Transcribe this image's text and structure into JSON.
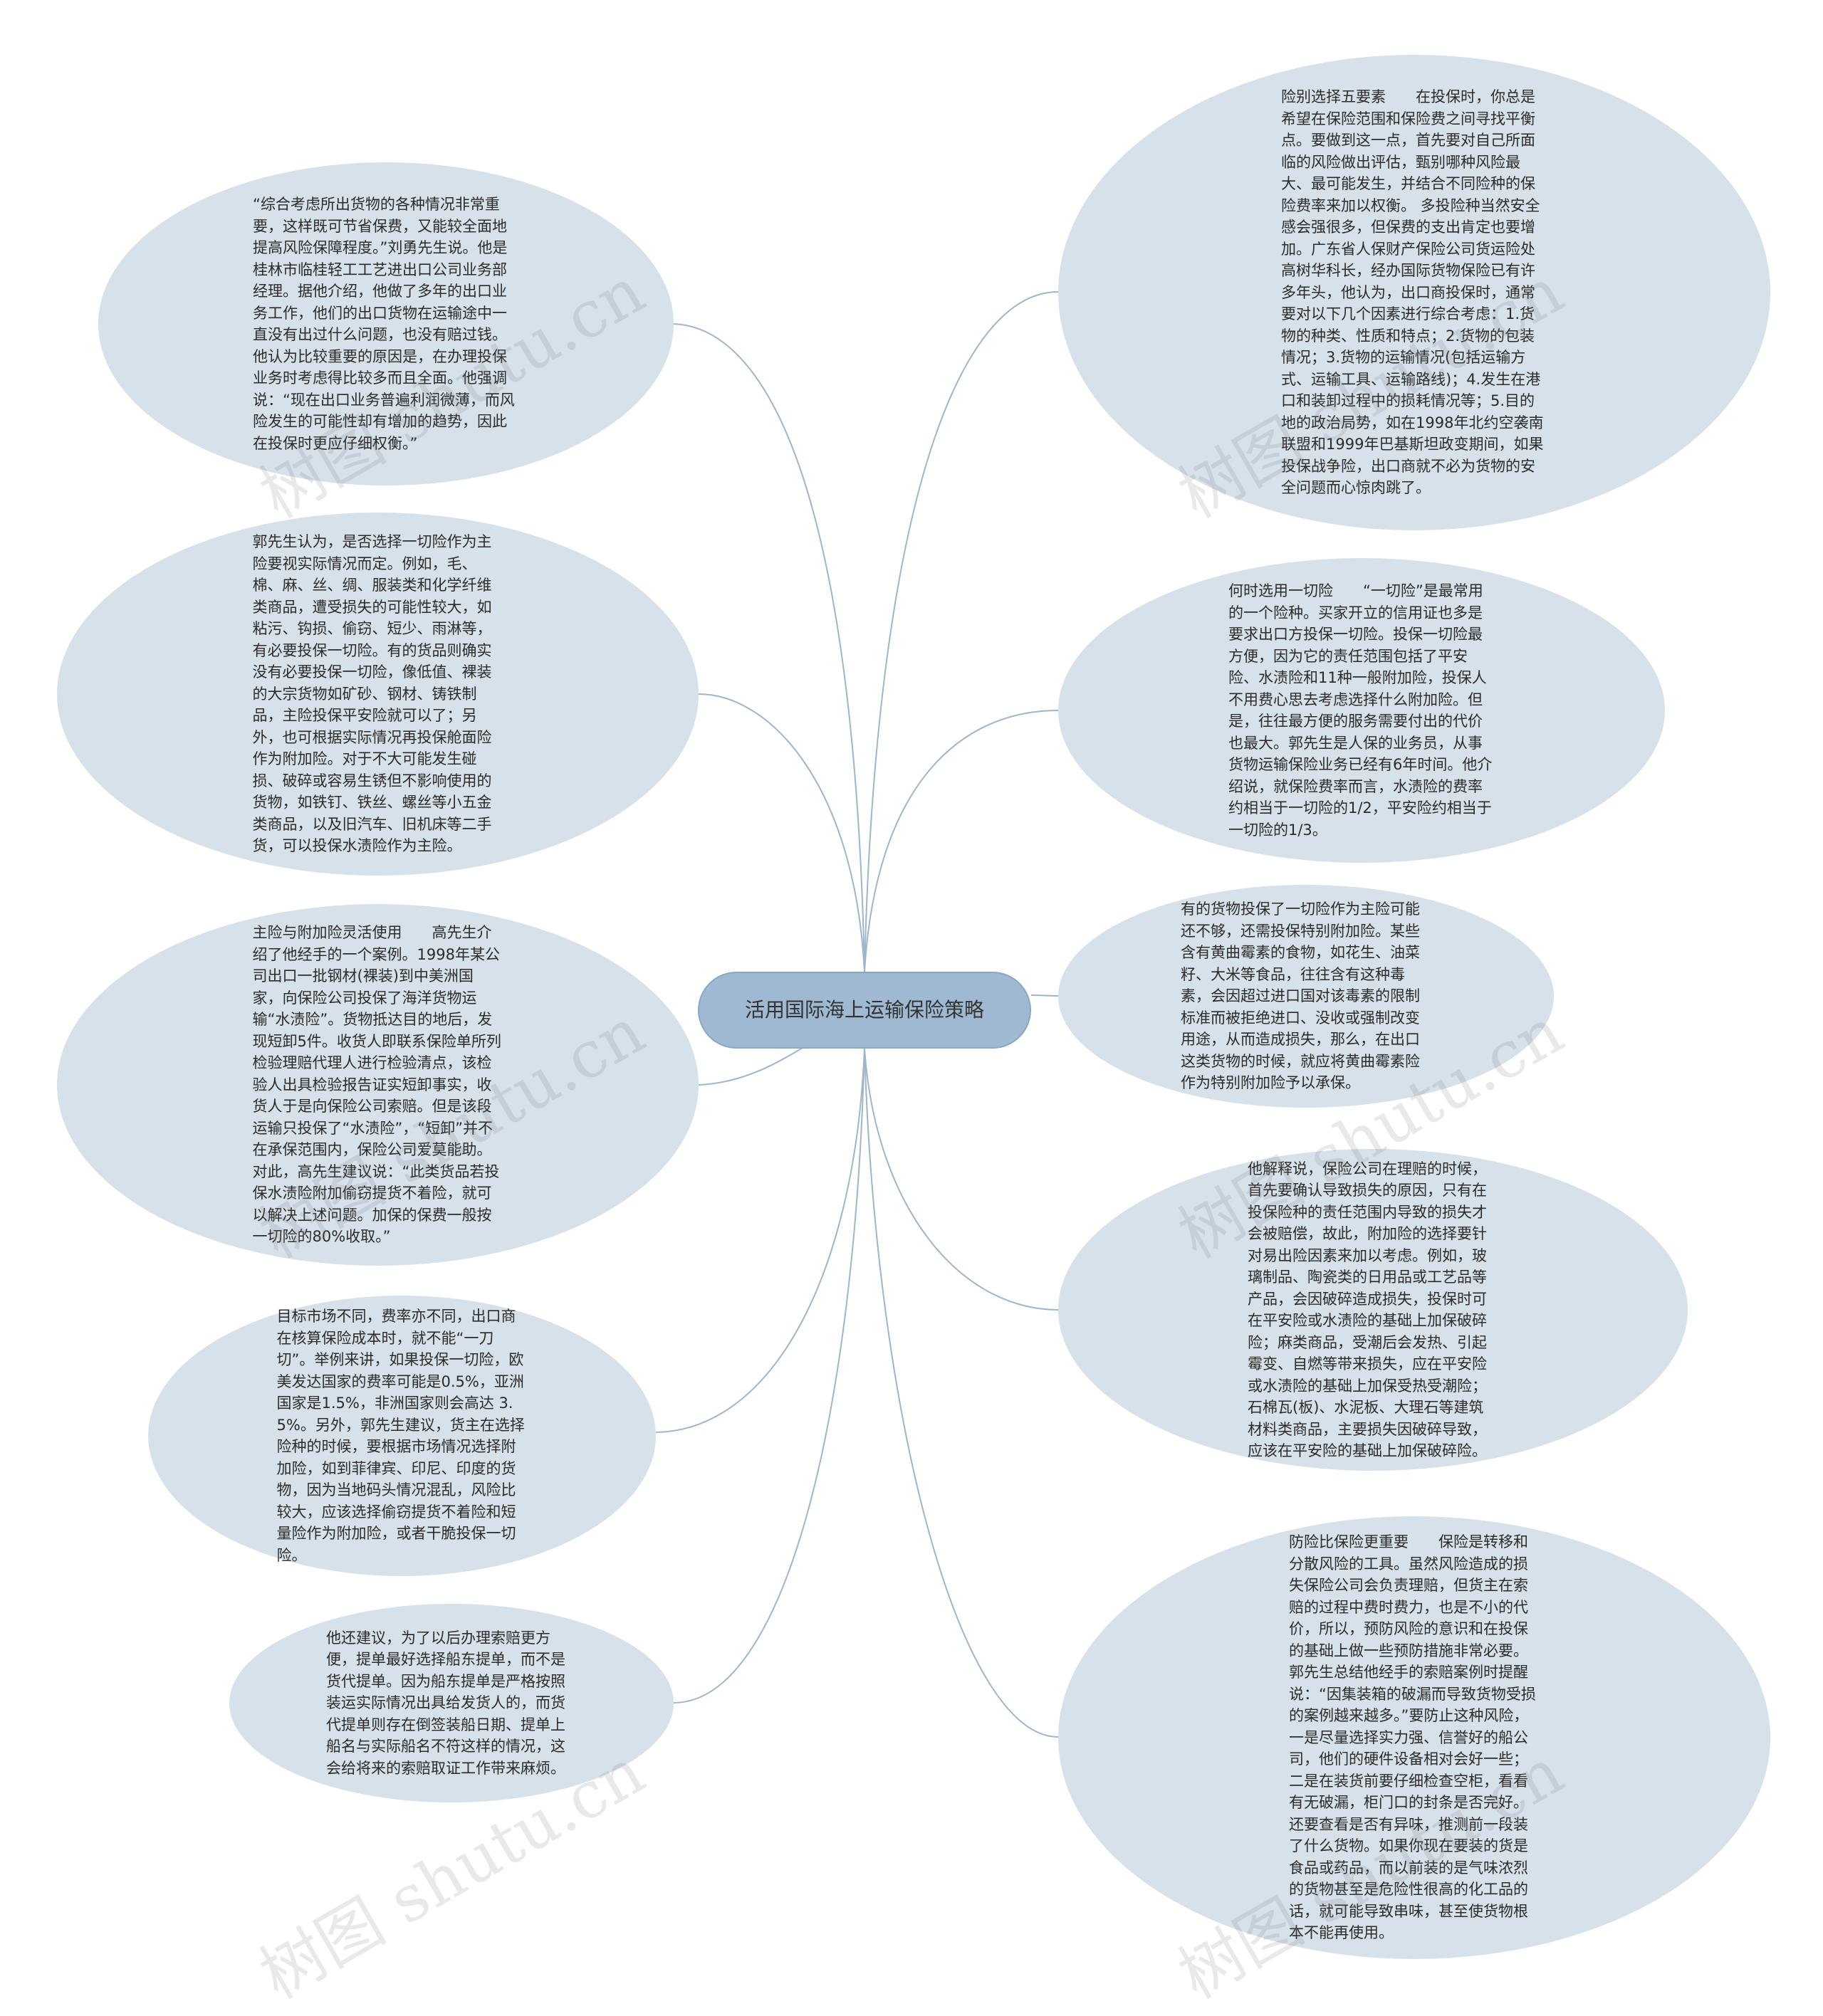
{
  "center": {
    "title": "活用国际海上运输保险策略"
  },
  "nodes": [
    "“综合考虑所出货物的各种情况非常重要，这样既可节省保费，又能较全面地提高风险保障程度。”刘勇先生说。他是桂林市临桂轻工工艺进出口公司业务部经理。据他介绍，他做了多年的出口业务工作，他们的出口货物在运输途中一直没有出过什么问题，也没有赔过钱。他认为比较重要的原因是，在办理投保业务时考虑得比较多而且全面。他强调说：“现在出口业务普遍利润微薄，而风险发生的可能性却有增加的趋势，因此在投保时更应仔细权衡。”",
    "郭先生认为，是否选择一切险作为主险要视实际情况而定。例如，毛、棉、麻、丝、绸、服装类和化学纤维类商品，遭受损失的可能性较大，如粘污、钩损、偷窃、短少、雨淋等，有必要投保一切险。有的货品则确实没有必要投保一切险，像低值、裸装的大宗货物如矿砂、钢材、铸铁制品，主险投保平安险就可以了；另外，也可根据实际情况再投保舱面险作为附加险。对于不大可能发生碰损、破碎或容易生锈但不影响使用的货物，如铁钉、铁丝、螺丝等小五金类商品，以及旧汽车、旧机床等二手货，可以投保水渍险作为主险。",
    "主险与附加险灵活使用　　高先生介绍了他经手的一个案例。1998年某公司出口一批钢材(裸装)到中美洲国家，向保险公司投保了海洋货物运输“水渍险”。货物抵达目的地后，发现短卸5件。收货人即联系保险单所列检验理赔代理人进行检验清点，该检验人出具检验报告证实短卸事实，收货人于是向保险公司索赔。但是该段运输只投保了“水渍险”，“短卸”并不在承保范围内，保险公司爱莫能助。对此，高先生建议说：“此类货品若投保水渍险附加偷窃提货不着险，就可以解决上述问题。加保的保费一般按一切险的80%收取。”",
    "目标市场不同，费率亦不同，出口商在核算保险成本时，就不能“一刀切”。举例来讲，如果投保一切险，欧美发达国家的费率可能是0.5%，亚洲国家是1.5%，非洲国家则会高达 3.5%。另外，郭先生建议，货主在选择险种的时候，要根据市场情况选择附加险，如到菲律宾、印尼、印度的货物，因为当地码头情况混乱，风险比较大，应该选择偷窃提货不着险和短量险作为附加险，或者干脆投保一切险。",
    "他还建议，为了以后办理索赔更方便，提单最好选择船东提单，而不是货代提单。因为船东提单是严格按照装运实际情况出具给发货人的，而货代提单则存在倒签装船日期、提单上船名与实际船名不符这样的情况，这会给将来的索赔取证工作带来麻烦。",
    "险别选择五要素　　在投保时，你总是希望在保险范围和保险费之间寻找平衡点。要做到这一点，首先要对自己所面临的风险做出评估，甄别哪种风险最大、最可能发生，并结合不同险种的保险费率来加以权衡。 多投险种当然安全感会强很多，但保费的支出肯定也要增加。广东省人保财产保险公司货运险处高树华科长，经办国际货物保险已有许多年头，他认为，出口商投保时，通常要对以下几个因素进行综合考虑：1.货物的种类、性质和特点；2.货物的包装情况；3.货物的运输情况(包括运输方式、运输工具、运输路线)；4.发生在港口和装卸过程中的损耗情况等；5.目的地的政治局势，如在1998年北约空袭南联盟和1999年巴基斯坦政变期间，如果投保战争险，出口商就不必为货物的安全问题而心惊肉跳了。",
    "何时选用一切险　　“一切险”是最常用的一个险种。买家开立的信用证也多是要求出口方投保一切险。投保一切险最方便，因为它的责任范围包括了平安险、水渍险和11种一般附加险，投保人不用费心思去考虑选择什么附加险。但是，往往最方便的服务需要付出的代价也最大。郭先生是人保的业务员，从事货物运输保险业务已经有6年时间。他介绍说，就保险费率而言，水渍险的费率约相当于一切险的1/2，平安险约相当于一切险的1/3。",
    "有的货物投保了一切险作为主险可能还不够，还需投保特别附加险。某些含有黄曲霉素的食物，如花生、油菜籽、大米等食品，往往含有这种毒素，会因超过进口国对该毒素的限制标准而被拒绝进口、没收或强制改变用途，从而造成损失，那么，在出口这类货物的时候，就应将黄曲霉素险作为特别附加险予以承保。",
    "他解释说，保险公司在理赔的时候，首先要确认导致损失的原因，只有在投保险种的责任范围内导致的损失才会被赔偿，故此，附加险的选择要针对易出险因素来加以考虑。例如，玻璃制品、陶瓷类的日用品或工艺品等产品，会因破碎造成损失，投保时可在平安险或水渍险的基础上加保破碎险；麻类商品，受潮后会发热、引起霉变、自燃等带来损失，应在平安险或水渍险的基础上加保受热受潮险；石棉瓦(板)、水泥板、大理石等建筑材料类商品，主要损失因破碎导致，应该在平安险的基础上加保破碎险。",
    "防险比保险更重要　　保险是转移和分散风险的工具。虽然风险造成的损失保险公司会负责理赔，但货主在索赔的过程中费时费力，也是不小的代价，所以，预防风险的意识和在投保的基础上做一些预防措施非常必要。郭先生总结他经手的索赔案例时提醒说：“因集装箱的破漏而导致货物受损的案例越来越多。”要防止这种风险，一是尽量选择实力强、信誉好的船公司，他们的硬件设备相对会好一些；二是在装货前要仔细检查空柜，看看有无破漏，柜门口的封条是否完好。还要查看是否有异味，推测前一段装了什么货物。如果你现在要装的货是食品或药品，而以前装的是气味浓烈的货物甚至是危险性很高的化工品的话，就可能导致串味，甚至使货物根本不能再使用。"
  ],
  "watermark": "树图 shutu.cn"
}
